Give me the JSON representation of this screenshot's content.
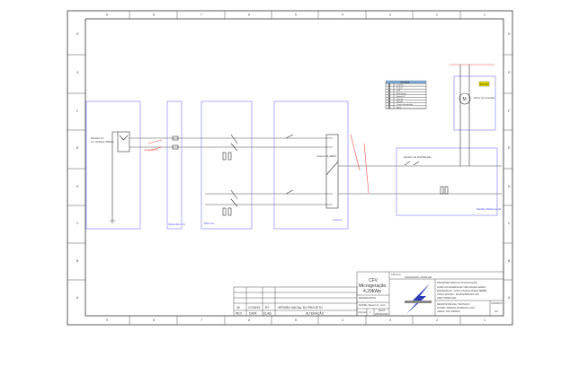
{
  "frame": {
    "columns": [
      "9",
      "8",
      "7",
      "6",
      "5",
      "4",
      "3",
      "2",
      "1"
    ],
    "rows": [
      "H",
      "G",
      "F",
      "E",
      "D",
      "C",
      "B",
      "A"
    ]
  },
  "diagram": {
    "pv_label": "Módulo FV",
    "pv_desc": "11 módulos 390Wp",
    "stringbox_label": "String Box CC",
    "dps_label": "DPS CC",
    "inverter_label": "Inversor",
    "inverter_desc": "Inversor 4,29kW",
    "meter_label": "Medidor Bidirecional",
    "qgbt_label": "Quadro de Distribuição",
    "motor_symbol": "M",
    "motor_label": "Motor de Indução",
    "cable_note": "Cabo 6mm²",
    "warning_label": "ATENÇÃO",
    "legend_title": "LEGENDA",
    "legend_items": [
      "Disjuntor",
      "Fusível",
      "DPS",
      "Aterramento",
      "Módulo FV",
      "Inversor",
      "Medidor",
      "Chave seccionadora",
      "Motor"
    ]
  },
  "revisions": {
    "headers": [
      "REV.",
      "DATA",
      "ELAB.",
      "ALTERAÇÃO"
    ],
    "rows": [
      [
        "00",
        "17/03/19",
        "RT",
        "VERSÃO INICIAL DO PROJETO"
      ]
    ]
  },
  "title_block": {
    "project_line1": "CFV",
    "project_line2": "Microgeração",
    "project_line3": "4,29kWp",
    "designer_label": "DESENHISTA",
    "designer_name": "NOME: Renan Z. Luiz",
    "sheet_label": "FOLHA",
    "sheet_number": "1",
    "date_label": "DATA",
    "date_value": "25/06/2020",
    "title_label": "TÍTULO",
    "title_value": "DIAGRAMA UNIFILAR",
    "owner_lines": [
      "PROPRIETÁRIO E INSTALAÇÃO",
      "CARLOS EVERALDO DE MAGALHÃES",
      "ENDEREÇO: SITIO MAGALHÃES 88888",
      "ZONA RURAL, MUZAMBINHO MG",
      "CEP 37890-000"
    ],
    "responsible_lines": [
      "RESPONSÁVEL TÉCNICO",
      "NOME: RENAN ZANDON LUIZ",
      "CREA: MG 000000"
    ],
    "format_label": "FORMATO",
    "format_value": "A3"
  }
}
